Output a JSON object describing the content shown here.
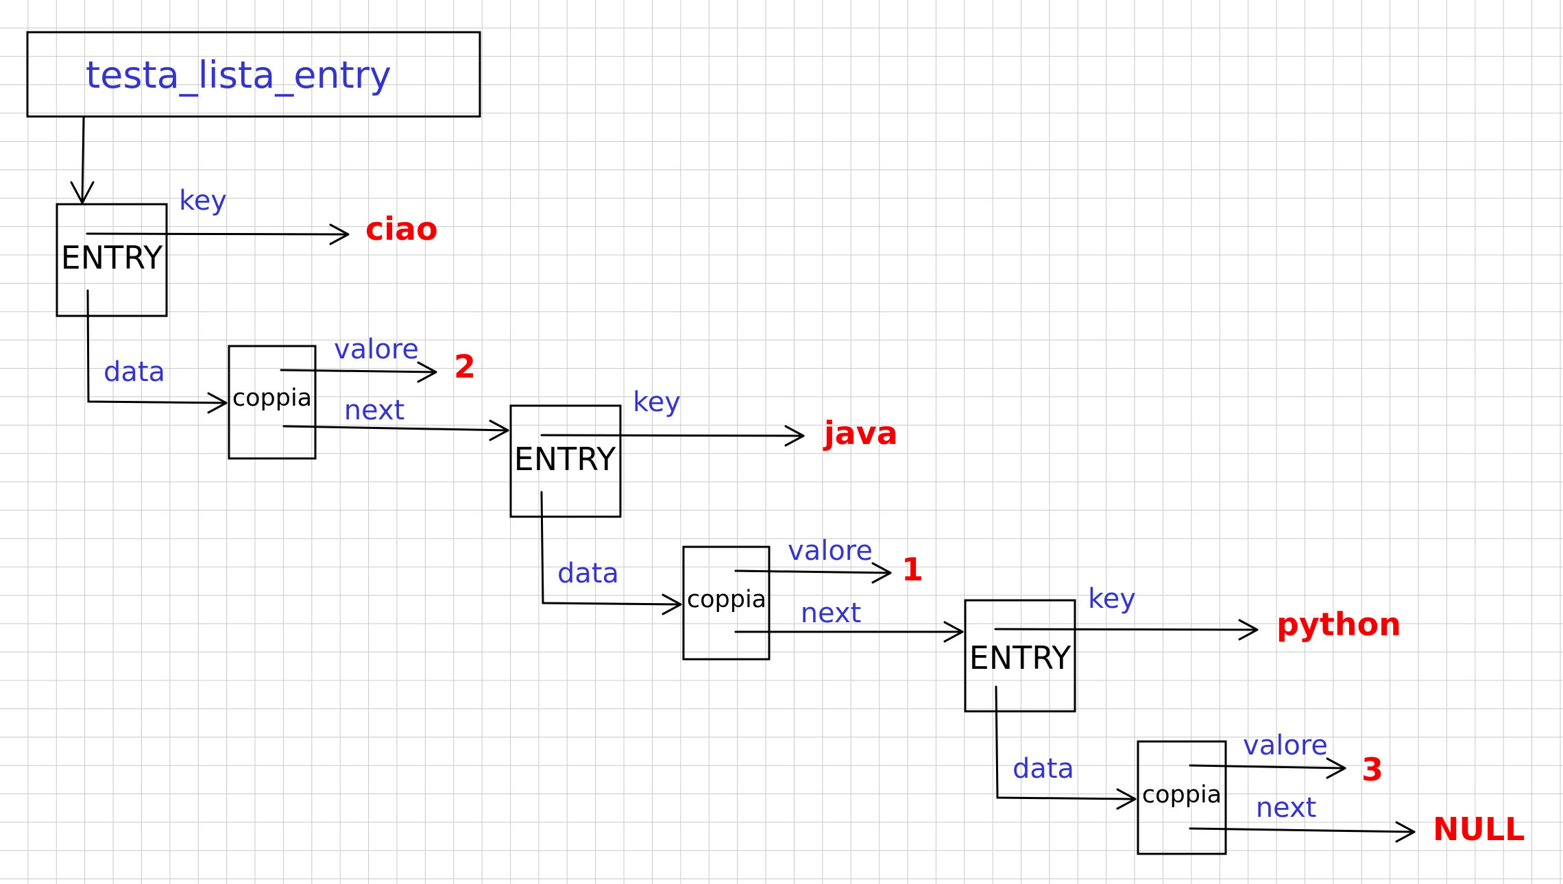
{
  "head": {
    "label": "testa_lista_entry"
  },
  "nodes": [
    {
      "entry_label": "ENTRY",
      "key_label": "key",
      "key_value": "ciao",
      "data_label": "data",
      "coppia_label": "coppia",
      "valore_label": "valore",
      "valore_value": "2",
      "next_label": "next"
    },
    {
      "entry_label": "ENTRY",
      "key_label": "key",
      "key_value": "java",
      "data_label": "data",
      "coppia_label": "coppia",
      "valore_label": "valore",
      "valore_value": "1",
      "next_label": "next"
    },
    {
      "entry_label": "ENTRY",
      "key_label": "key",
      "key_value": "python",
      "data_label": "data",
      "coppia_label": "coppia",
      "valore_label": "valore",
      "valore_value": "3",
      "next_label": "next"
    }
  ],
  "tail": {
    "label": "NULL"
  },
  "colors": {
    "label_blue": "#3535c8",
    "value_red": "#f00000",
    "grid": "#c9c9c9",
    "line": "#000000"
  }
}
